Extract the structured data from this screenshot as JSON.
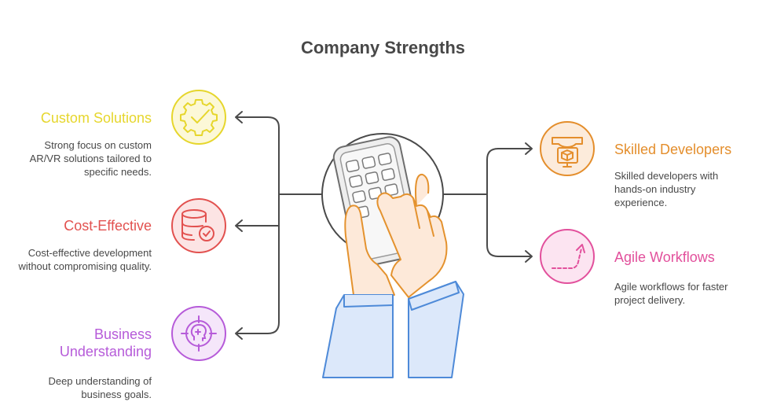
{
  "title": "Company Strengths",
  "items": {
    "custom": {
      "title": "Custom Solutions",
      "description": "Strong focus on custom AR/VR solutions tailored to specific needs.",
      "color": "#E6D62C",
      "icon": "gear-check-icon"
    },
    "cost": {
      "title": "Cost-Effective",
      "description": "Cost-effective development without compromising quality.",
      "color": "#E2514F",
      "icon": "database-check-icon"
    },
    "business": {
      "title": "Business Understanding",
      "description": "Deep understanding of business goals.",
      "color": "#B65BD9",
      "icon": "target-head-icon"
    },
    "developers": {
      "title": "Skilled Developers",
      "description": "Skilled developers with hands-on industry experience.",
      "color": "#E48E2C",
      "icon": "vr-cube-icon"
    },
    "agile": {
      "title": "Agile Workflows",
      "description": "Agile workflows for faster project delivery.",
      "color": "#E2509C",
      "icon": "dashed-arrow-icon"
    }
  }
}
